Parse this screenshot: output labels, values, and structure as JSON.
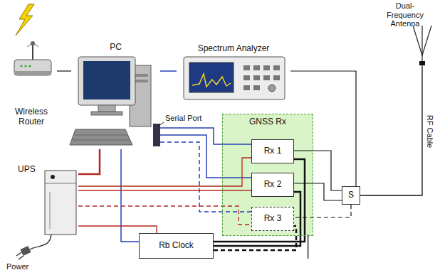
{
  "diagram": {
    "nodes": [
      {
        "text": [
          "Spectrum Analyzer"
        ]
      },
      {
        "text": [
          "PC"
        ]
      },
      {
        "text": [
          "Wireless Router"
        ]
      },
      {
        "text": [
          "UPS"
        ]
      },
      {
        "text": [
          "Dual-Frequency Antenna"
        ]
      },
      {
        "text": [
          "GNSS Rx"
        ]
      },
      {
        "text": [
          "Rx 1"
        ],
        "in": 5
      },
      {
        "text": [
          "Rx 2"
        ],
        "in": 5
      },
      {
        "text": [
          "Rx 3"
        ],
        "in": 5
      },
      {
        "text": [
          "S"
        ]
      },
      {
        "text": [
          "Rb Clock"
        ]
      }
    ],
    "edges": [
      {
        "from": 4,
        "to": 9,
        "arrow": "none",
        "label": "RF Cable"
      },
      {
        "from": 9,
        "to": 6,
        "arrow": "none"
      },
      {
        "from": 9,
        "to": 7,
        "arrow": "none"
      },
      {
        "from": 9,
        "to": 8,
        "arrow": "none"
      },
      {
        "from": 9,
        "to": 0,
        "arrow": "none"
      },
      {
        "from": 1,
        "to": 0,
        "arrow": "none"
      },
      {
        "from": 1,
        "to": 6,
        "arrow": "none"
      },
      {
        "from": 1,
        "to": 7,
        "arrow": "none"
      },
      {
        "from": 1,
        "to": 8,
        "arrow": "none"
      },
      {
        "from": 1,
        "to": 10,
        "arrow": "none"
      },
      {
        "from": 1,
        "to": 2,
        "arrow": "none"
      },
      {
        "from": 3,
        "to": 1,
        "arrow": "none"
      },
      {
        "from": 3,
        "to": 6,
        "arrow": "none"
      },
      {
        "from": 3,
        "to": 7,
        "arrow": "none"
      },
      {
        "from": 3,
        "to": 8,
        "arrow": "none"
      },
      {
        "from": 3,
        "to": 10,
        "arrow": "none"
      },
      {
        "from": 10,
        "to": 6,
        "arrow": "none"
      },
      {
        "from": 10,
        "to": 7,
        "arrow": "none"
      },
      {
        "from": 10,
        "to": 8,
        "arrow": "none"
      }
    ],
    "labels": [
      "Serial Port",
      "Power"
    ]
  }
}
